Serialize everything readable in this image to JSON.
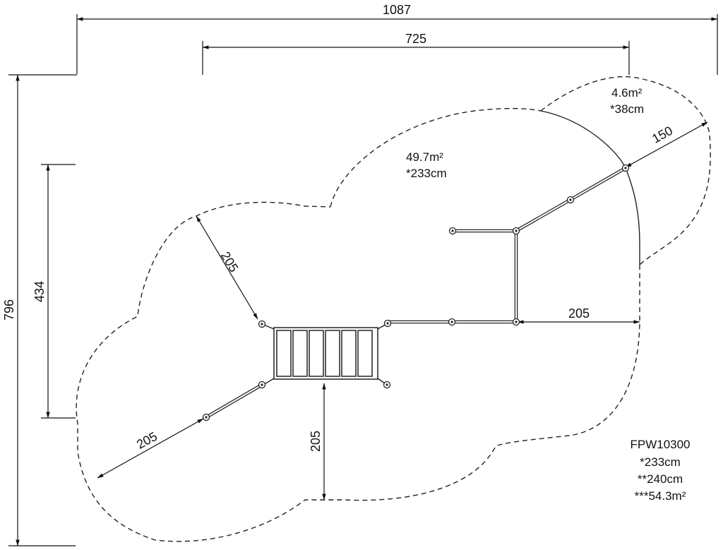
{
  "dimensions": {
    "overall_width": "1087",
    "inner_width": "725",
    "overall_height": "796",
    "inner_height": "434",
    "safety_upper_left": "205",
    "safety_lower_left": "205",
    "safety_bottom": "205",
    "safety_right": "205",
    "safety_upper_right": "150"
  },
  "zones": {
    "main_area": "49.7m²",
    "main_fall_height": "*233cm",
    "small_area": "4.6m²",
    "small_fall_height": "*38cm"
  },
  "info": {
    "model": "FPW10300",
    "line1": "*233cm",
    "line2": "**240cm",
    "line3": "***54.3m²"
  }
}
